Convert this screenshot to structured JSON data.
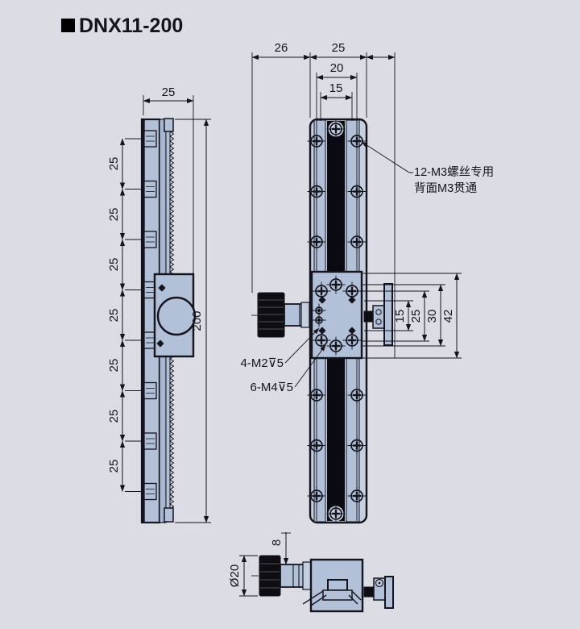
{
  "title": "DNX11-200",
  "colors": {
    "background": "#dbdce4",
    "metal": "#b2c0d8",
    "metal_light": "#c6cfe0",
    "metal_dark": "#a7b7d1",
    "line": "#14141e",
    "slot": "#0a0a12",
    "knob": "#0d0d12"
  },
  "side_view": {
    "width_top": "25",
    "pitch": [
      "25",
      "25",
      "25",
      "25",
      "25",
      "25",
      "25"
    ],
    "total_length": "200"
  },
  "front_view": {
    "dim_knob_to_rail": "26",
    "dim_rail_width": "25",
    "dim_hole_span": "20",
    "dim_inner_span": "15",
    "dim_diamond_span": "15",
    "dim_hole_rows": "25",
    "dim_center_span": "30",
    "dim_carriage_height": "42",
    "note_screws_line1": "12-M3螺丝专用",
    "note_screws_line2": "背面M3贯通",
    "label_m2": "4-M2⊽5",
    "label_m4": "6-M4⊽5"
  },
  "bottom_view": {
    "dim_knob_diameter": "Ø20",
    "dim_shaft": "8"
  }
}
